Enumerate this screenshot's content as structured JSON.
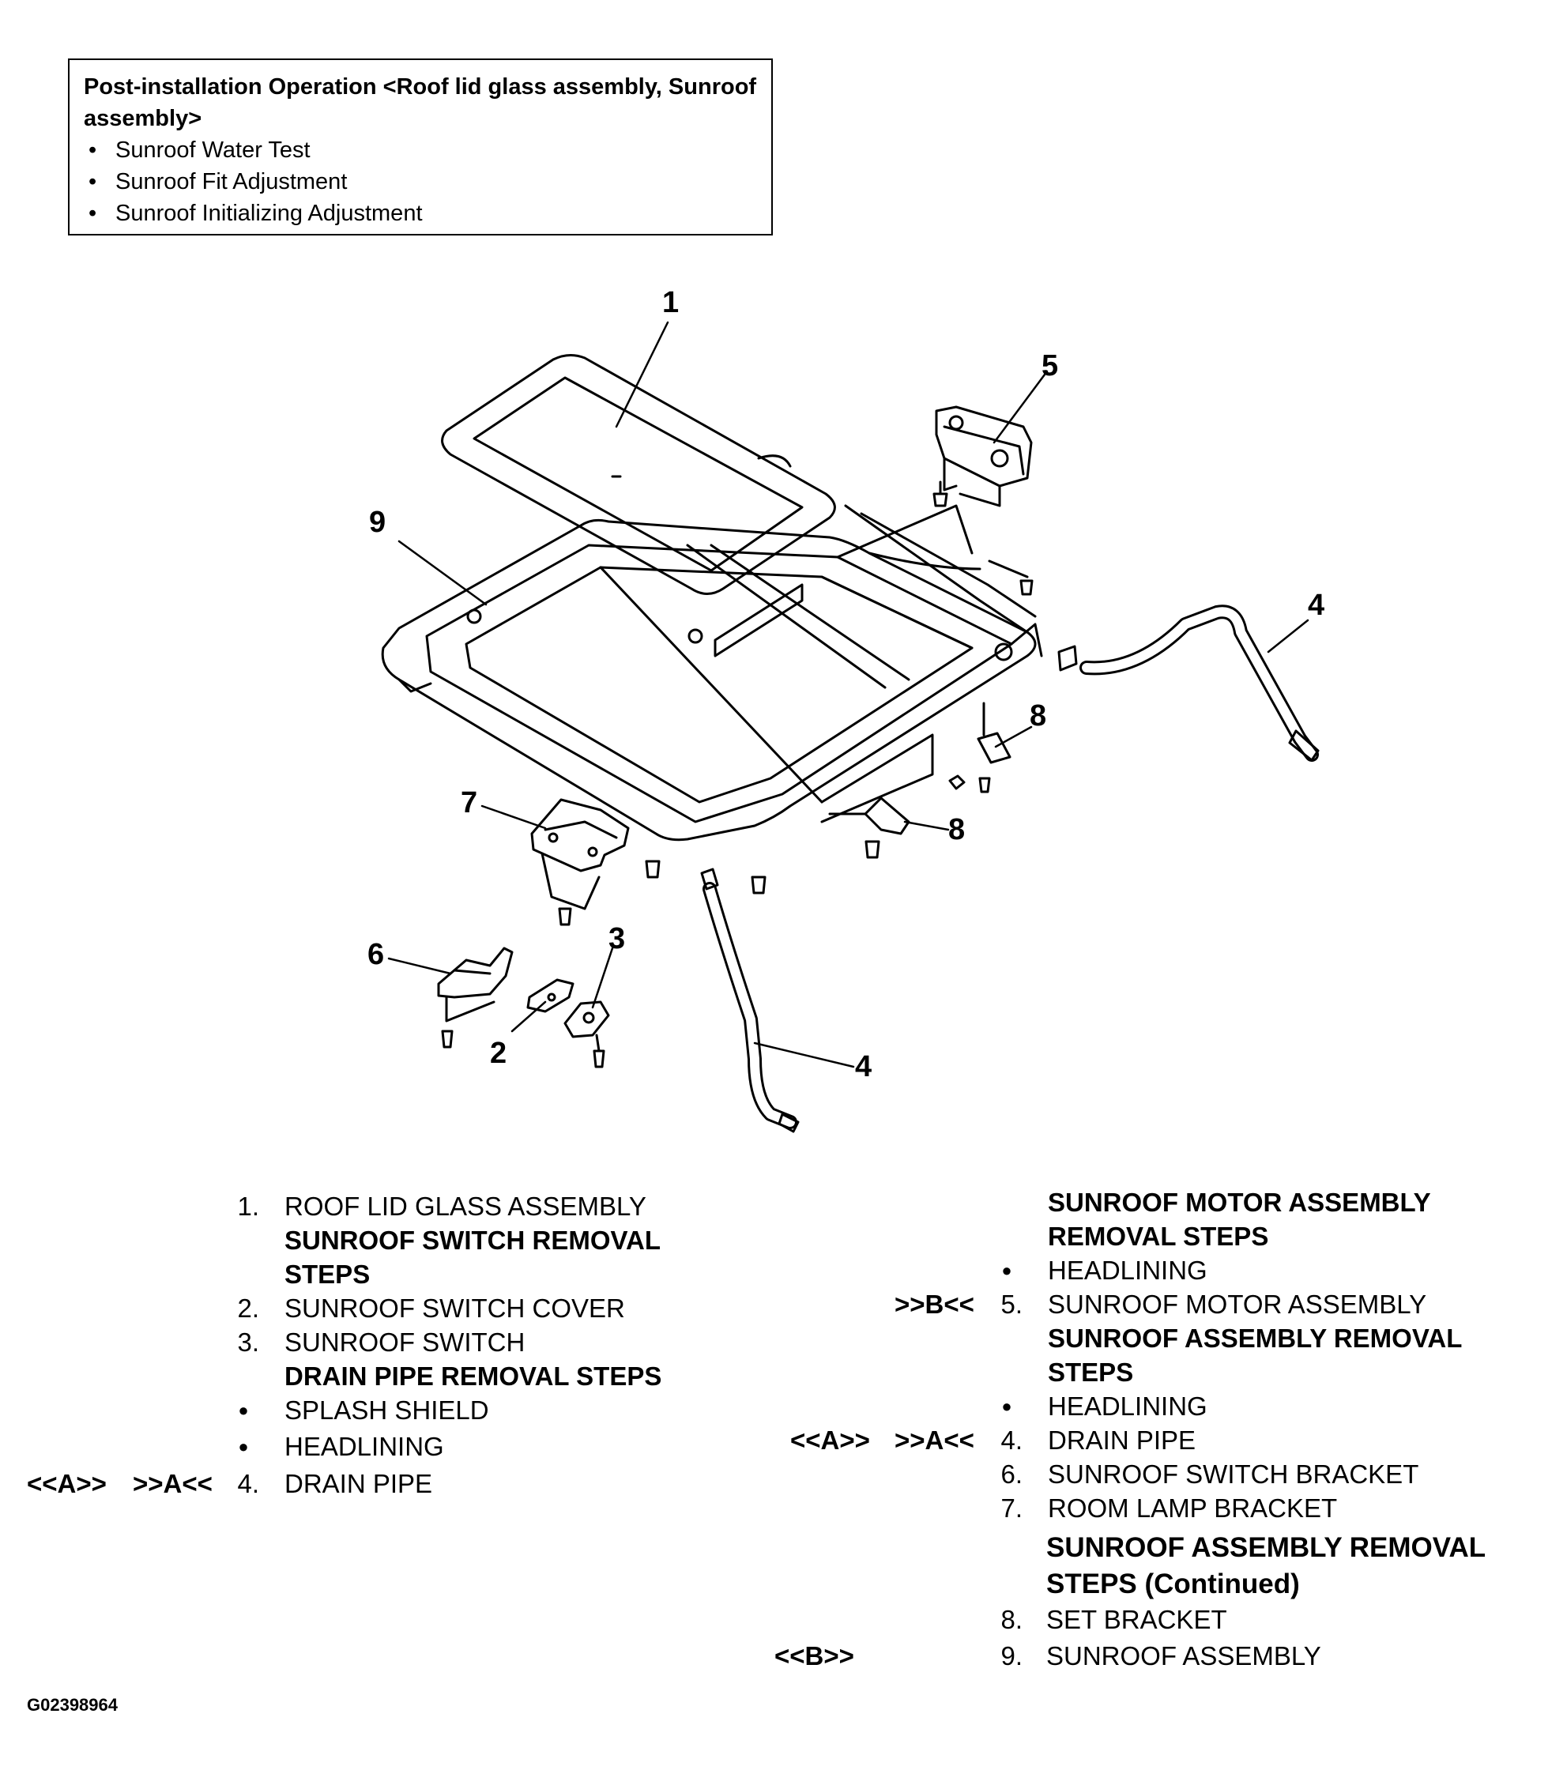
{
  "notice": {
    "title": "Post-installation Operation <Roof lid glass assembly, Sunroof assembly>",
    "items": [
      "Sunroof Water Test",
      "Sunroof Fit Adjustment",
      "Sunroof Initializing Adjustment"
    ]
  },
  "callouts": {
    "roof_lid_glass": "1",
    "switch_cover": "2",
    "switch": "3",
    "drain_pipe_front": "4",
    "drain_pipe_rear": "4",
    "motor": "5",
    "switch_bracket": "6",
    "room_lamp_bracket": "7",
    "set_bracket_top": "8",
    "set_bracket_bottom": "8",
    "sunroof_assembly": "9"
  },
  "left_list": {
    "item1_num": "1.",
    "item1_text": "ROOF LID GLASS ASSEMBLY",
    "header_switch": "SUNROOF SWITCH REMOVAL STEPS",
    "item2_num": "2.",
    "item2_text": "SUNROOF SWITCH COVER",
    "item3_num": "3.",
    "item3_text": "SUNROOF SWITCH",
    "header_drain": "DRAIN PIPE REMOVAL STEPS",
    "bullet_splash": "SPLASH SHIELD",
    "bullet_headlining": "HEADLINING",
    "item4_ref_a": "<<A>>",
    "item4_ref_b": ">>A<<",
    "item4_num": "4.",
    "item4_text": "DRAIN PIPE"
  },
  "right_list": {
    "header_motor": "SUNROOF MOTOR ASSEMBLY REMOVAL STEPS",
    "bullet_headlining_1": "HEADLINING",
    "item5_ref": ">>B<<",
    "item5_num": "5.",
    "item5_text": "SUNROOF MOTOR ASSEMBLY",
    "header_assembly": "SUNROOF ASSEMBLY REMOVAL STEPS",
    "bullet_headlining_2": "HEADLINING",
    "item4_ref_a": "<<A>>",
    "item4_ref_b": ">>A<<",
    "item4_num": "4.",
    "item4_text": "DRAIN PIPE",
    "item6_num": "6.",
    "item6_text": "SUNROOF SWITCH BRACKET",
    "item7_num": "7.",
    "item7_text": "ROOM LAMP BRACKET",
    "header_continued": "SUNROOF ASSEMBLY REMOVAL STEPS (Continued)",
    "item8_num": "8.",
    "item8_text": "SET BRACKET",
    "item9_ref": "<<B>>",
    "item9_num": "9.",
    "item9_text": "SUNROOF ASSEMBLY"
  },
  "figure_id": "G02398964"
}
